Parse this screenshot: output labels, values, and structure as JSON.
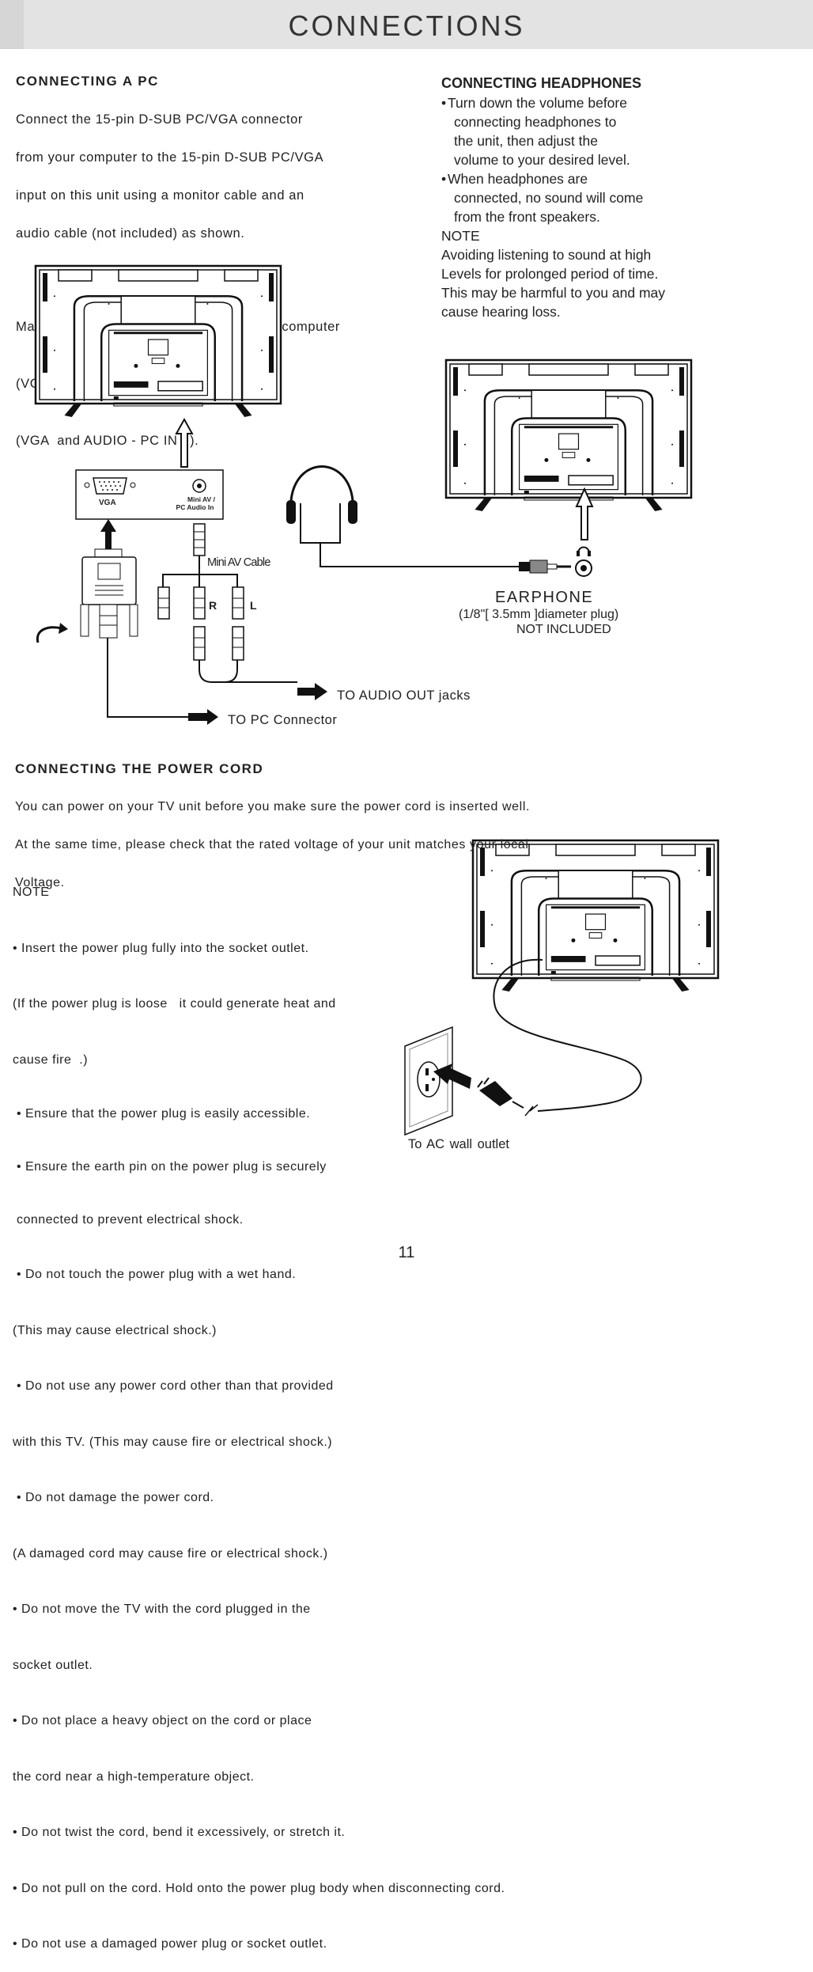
{
  "header": {
    "title": "CONNECTIONS"
  },
  "pc": {
    "heading": "CONNECTING  A  PC",
    "para1": [
      "Connect the 15-pin D-SUB PC/VGA connector",
      "from your computer to the 15-pin D-SUB PC/VGA",
      "input on this unit using a monitor cable and an",
      "audio cable (not included) as shown."
    ],
    "para2": [
      "Make sure you connect the cable from the computer",
      "(VGA  and  AUDIO - PC OUT  ) to this unit",
      "(VGA  and AUDIO - PC IN   )."
    ],
    "panel_vga": "VGA",
    "panel_audio_1": "Mini AV /",
    "panel_audio_2": "PC Audio In",
    "mini_av_cable": "Mini AV Cable",
    "r_label": "R",
    "l_label": "L",
    "to_audio_out": "TO AUDIO OUT jacks",
    "to_pc": "TO PC Connector"
  },
  "headphones": {
    "heading": "CONNECTING HEADPHONES",
    "bullet1": [
      "Turn down the volume before",
      "connecting headphones to",
      "the unit, then adjust the",
      "volume to your desired level."
    ],
    "bullet2": [
      "When headphones are",
      "connected, no sound will come",
      "from the front speakers."
    ],
    "note_label": "NOTE",
    "note": [
      "Avoiding listening to sound at high",
      "Levels for prolonged period of time.",
      "This may be harmful to you and may",
      "cause hearing loss."
    ],
    "earphone": "EARPHONE",
    "earphone_spec": "(1/8\"[ 3.5mm ]diameter plug)",
    "not_included": "NOT INCLUDED"
  },
  "power": {
    "heading": "CONNECTING  THE POWER CORD",
    "para": [
      "You can power on your TV unit before you make sure the power cord is inserted well.",
      "At the same time, please check that the rated voltage of your unit matches your local",
      "Voltage."
    ],
    "note_label": "NOTE",
    "notes": [
      "• Insert the power plug fully into the socket outlet.",
      "(If the power plug is loose   it could generate heat and",
      "cause fire  .)",
      " • Ensure that the power plug is easily accessible.",
      " • Ensure the earth pin on the power plug is securely",
      " connected to prevent electrical shock.",
      " • Do not touch the power plug with a wet hand.",
      "(This may cause electrical shock.)",
      " • Do not use any power cord other than that provided",
      "with this TV. (This may cause fire or electrical shock.)",
      " • Do not damage the power cord.",
      "(A damaged cord may cause fire or electrical shock.)",
      "• Do not move the TV with the cord plugged in the",
      "socket outlet.",
      "• Do not place a heavy object on the cord or place",
      "the cord near a high-temperature object.",
      "• Do not twist the cord, bend it excessively, or stretch it.",
      "• Do not pull on the cord. Hold onto the power plug body when disconnecting cord.",
      "• Do not use a damaged power plug or socket outlet."
    ],
    "wall_outlet": "To  AC  wall  outlet"
  },
  "page_number": "11"
}
